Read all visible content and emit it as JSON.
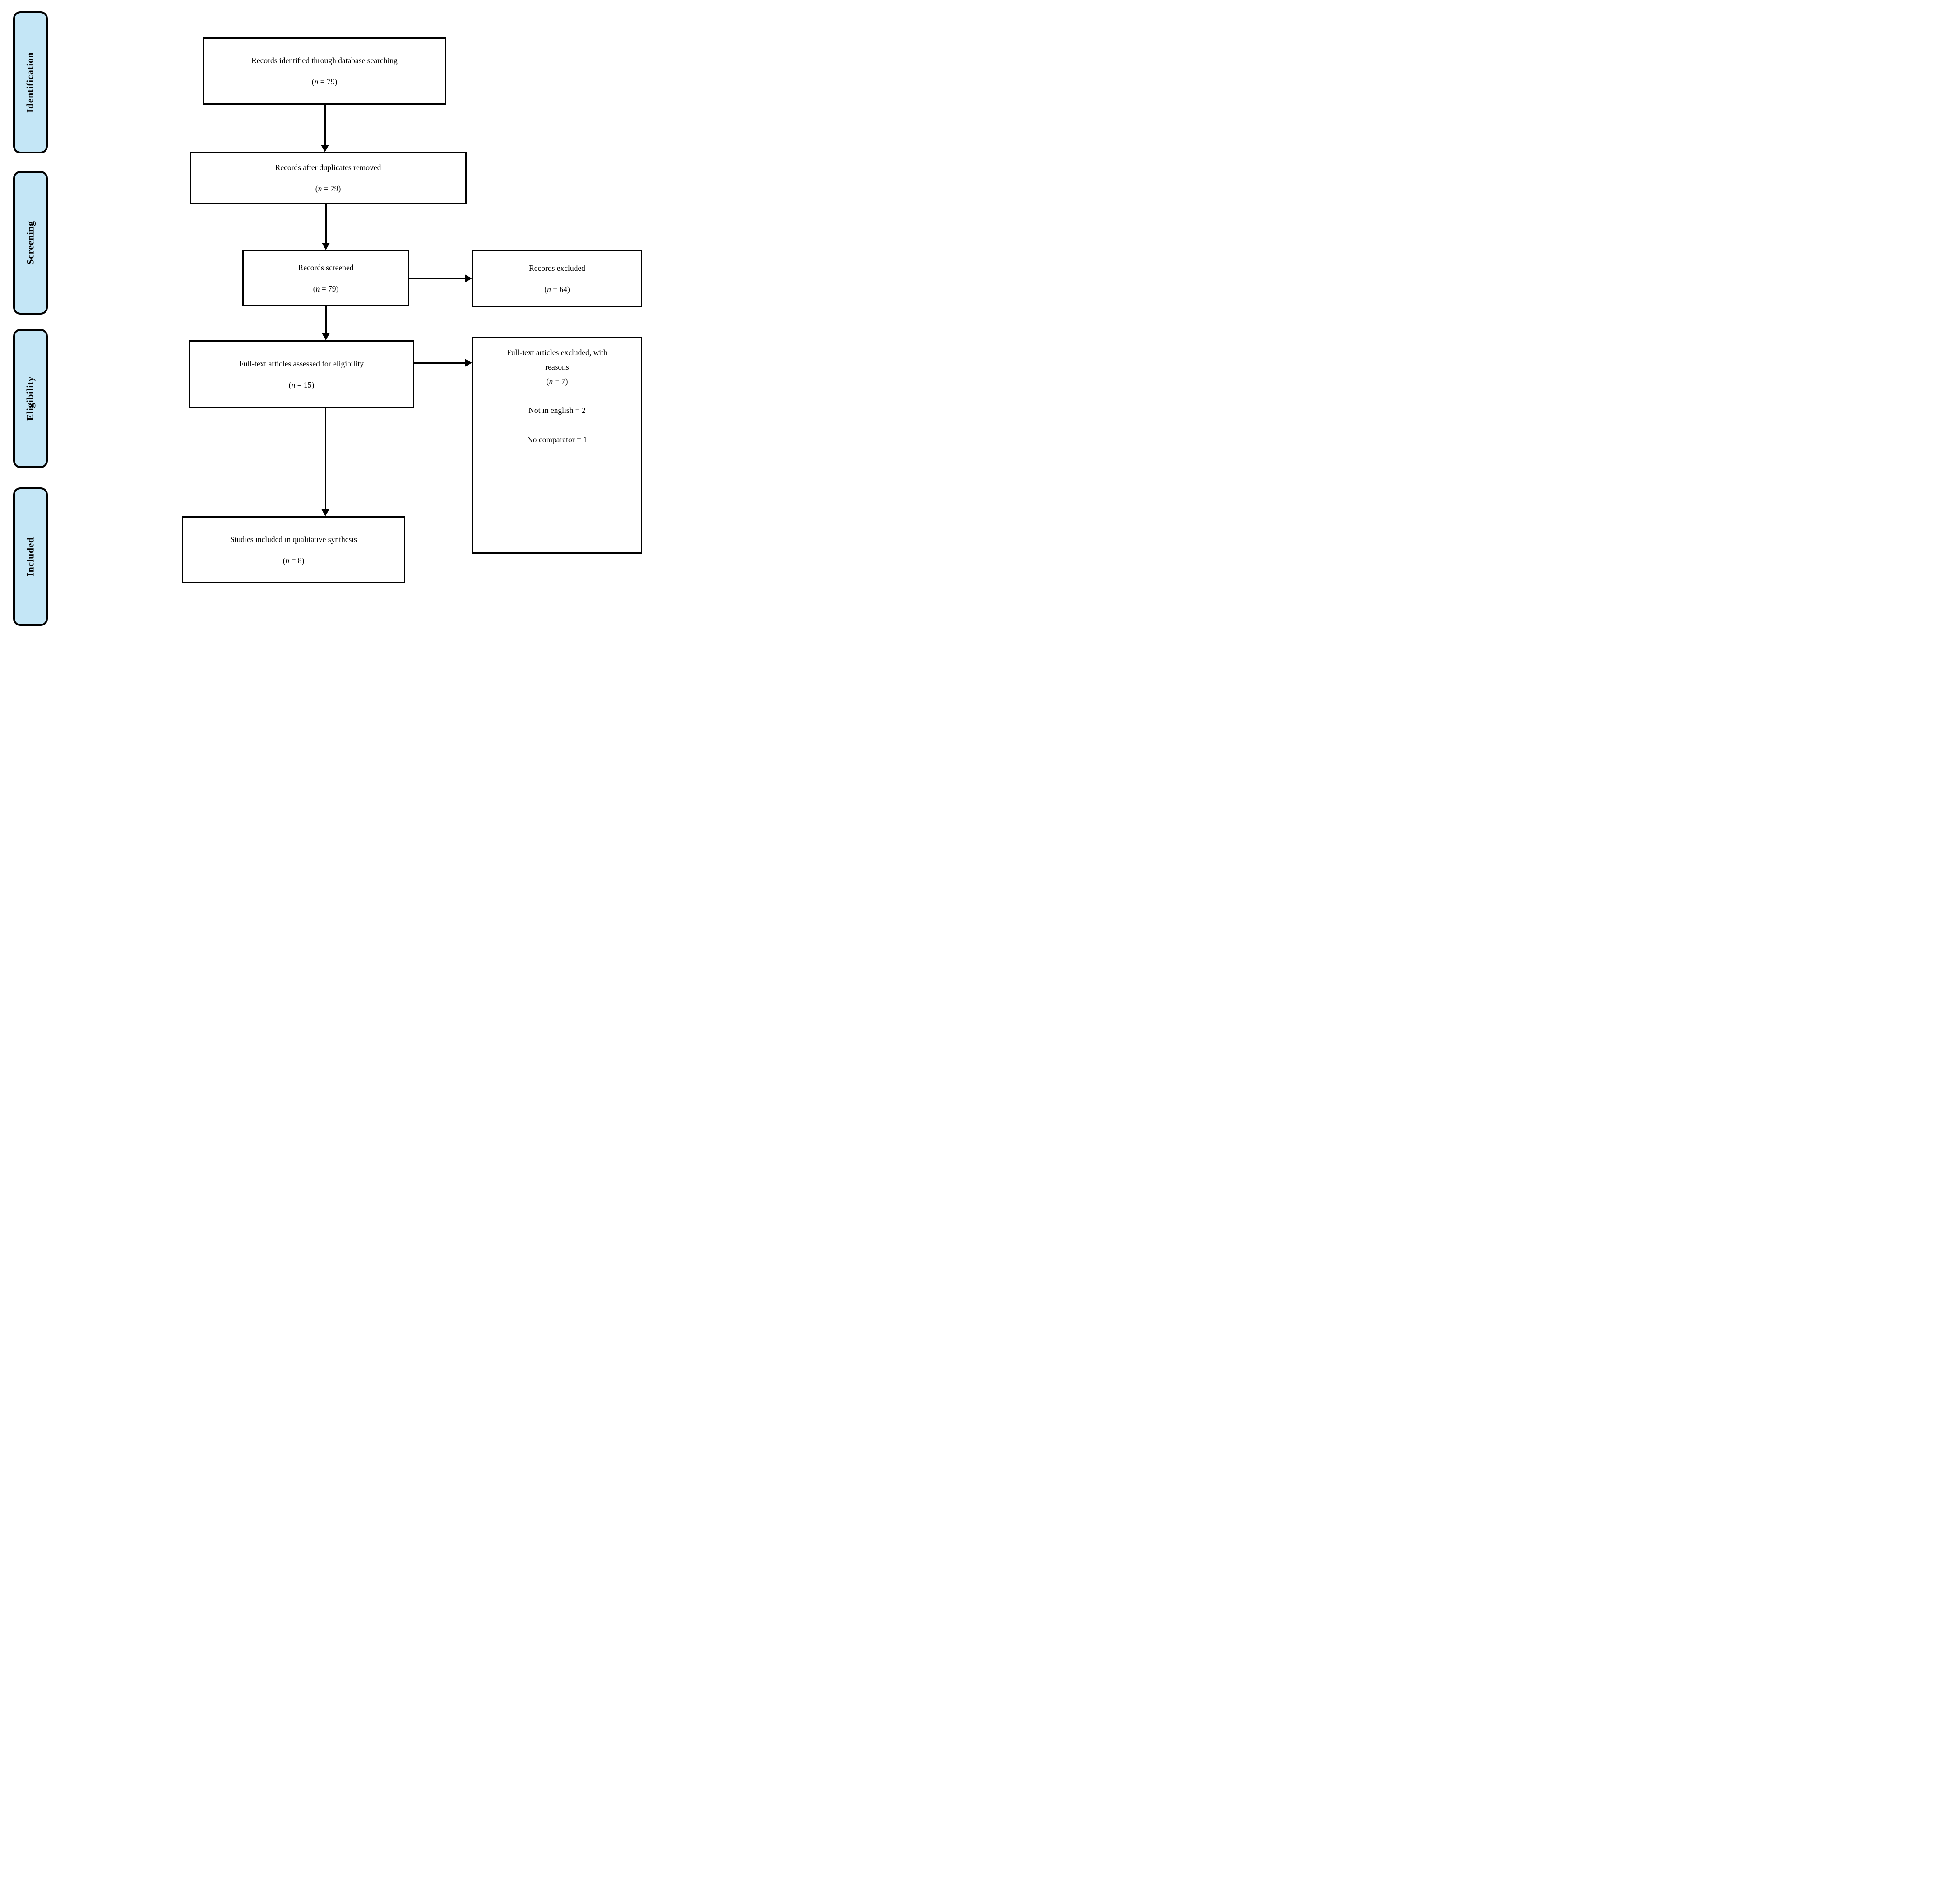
{
  "stages": [
    "Identification",
    "Screening",
    "Eligibility",
    "Included"
  ],
  "n_format": {
    "prefix": "(",
    "var": "n",
    "eq": " = ",
    "suffix": ")"
  },
  "boxes": {
    "identified": {
      "lines": [
        "Records identified through database searching"
      ],
      "n": "79"
    },
    "duplicates_removed": {
      "lines": [
        "Records after duplicates removed"
      ],
      "n": "79"
    },
    "screened": {
      "lines": [
        "Records screened"
      ],
      "n": "79"
    },
    "records_excluded": {
      "lines": [
        "Records excluded"
      ],
      "n": "64"
    },
    "fulltext_assessed": {
      "lines": [
        "Full-text articles assessed for eligibility"
      ],
      "n": "15"
    },
    "fulltext_excluded": {
      "lines": [
        "Full-text articles excluded, with",
        "reasons"
      ],
      "n": "7",
      "reasons": [
        "Not in english = 2",
        "No comparator = 1"
      ]
    },
    "qualitative_synthesis": {
      "lines": [
        "Studies included in qualitative synthesis"
      ],
      "n": "8"
    }
  },
  "colors": {
    "stage_fill": "#C4E6F6",
    "line": "#000000"
  }
}
